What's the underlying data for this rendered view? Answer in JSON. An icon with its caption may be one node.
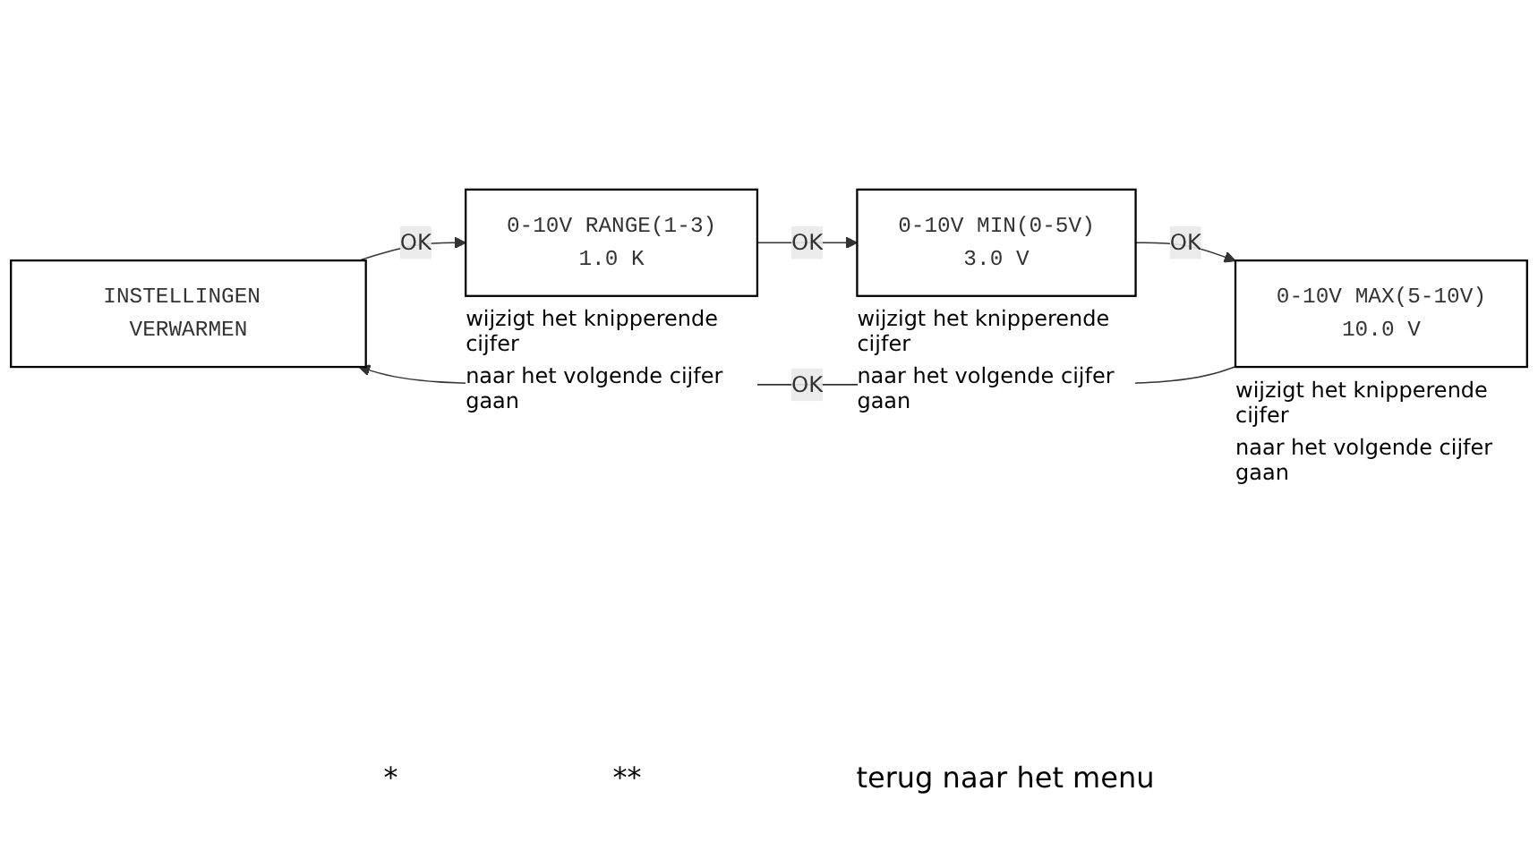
{
  "diagram": {
    "nodes": [
      {
        "text": [
          "INSTELLINGEN VERWARMEN"
        ]
      },
      {
        "text": [
          "0-10V RANGE(1-3)",
          "1.0 K"
        ],
        "beside": [
          "wijzigt het knipperende cijfer",
          "naar het volgende cijfer gaan"
        ]
      },
      {
        "text": [
          "0-10V MIN(0-5V)",
          "3.0 V"
        ],
        "beside": [
          "wijzigt het knipperende cijfer",
          "naar het volgende cijfer gaan"
        ]
      },
      {
        "text": [
          "0-10V MAX(5-10V)",
          "10.0 V"
        ],
        "beside": [
          "wijzigt het knipperende cijfer",
          "naar het volgende cijfer gaan"
        ]
      }
    ],
    "edges": [
      {
        "from": 0,
        "to": 1,
        "arrow": "to",
        "label": "OK"
      },
      {
        "from": 1,
        "to": 2,
        "arrow": "to",
        "label": "OK"
      },
      {
        "from": 2,
        "to": 3,
        "arrow": "to",
        "label": "OK"
      },
      {
        "from": 3,
        "to": 0,
        "arrow": "to",
        "label": "OK"
      }
    ],
    "labels": [
      "*",
      "**",
      "terug naar het menu"
    ]
  }
}
